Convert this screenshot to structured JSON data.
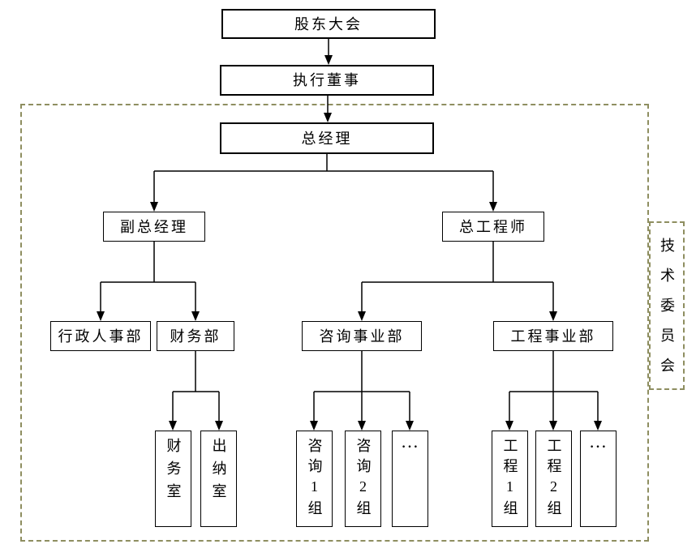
{
  "nodes": {
    "shareholders_meeting": "股东大会",
    "executive_director": "执行董事",
    "general_manager": "总经理",
    "deputy_general_manager": "副总经理",
    "chief_engineer": "总工程师",
    "admin_hr_dept": "行政人事部",
    "finance_dept": "财务部",
    "consulting_division": "咨询事业部",
    "engineering_division": "工程事业部",
    "finance_office": "财务室",
    "cashier_office": "出纳室",
    "consulting_group_1": "咨询1组",
    "consulting_group_2": "咨询2组",
    "consulting_more": "…",
    "engineering_group_1": "工程1组",
    "engineering_group_2": "工程2组",
    "engineering_more": "…",
    "technical_committee": "技术委员会"
  },
  "colors": {
    "line": "#000000",
    "dashed_boundary": "#8e8e60",
    "background": "#ffffff"
  }
}
